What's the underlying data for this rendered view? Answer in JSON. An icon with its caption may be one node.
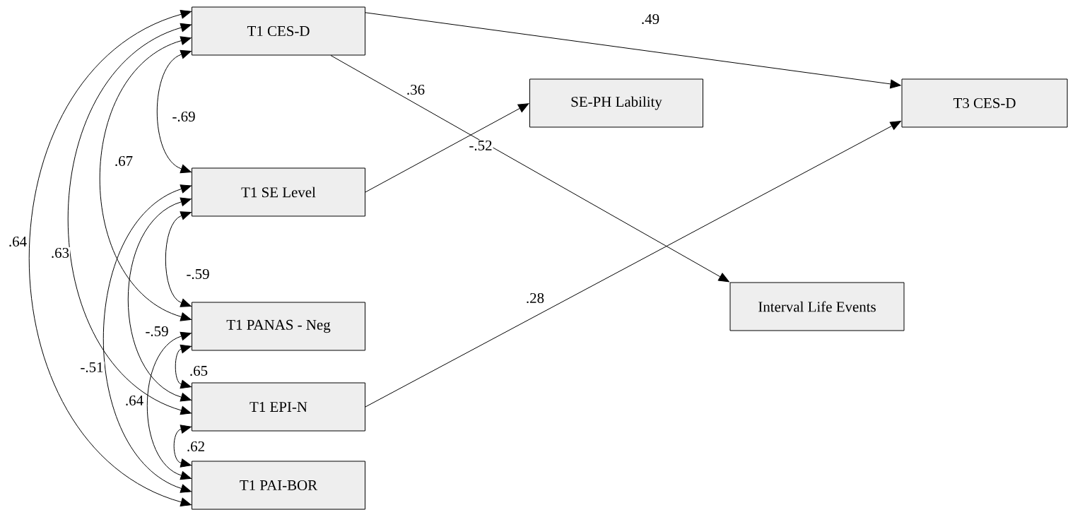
{
  "diagram": {
    "nodes": [
      {
        "text": [
          "T1 CES-D"
        ]
      },
      {
        "text": [
          "T1 SE Level"
        ]
      },
      {
        "text": [
          "T1 PANAS - Neg"
        ]
      },
      {
        "text": [
          "T1 EPI-N"
        ]
      },
      {
        "text": [
          "T1 PAI-BOR"
        ]
      },
      {
        "text": [
          "SE-PH Lability"
        ]
      },
      {
        "text": [
          "T3 CES-D"
        ]
      },
      {
        "text": [
          "Interval Life Events"
        ]
      }
    ],
    "edges": [
      {
        "from": 0,
        "to": 6,
        "arrow": "to",
        "label": ".49"
      },
      {
        "from": 0,
        "to": 7,
        "arrow": "to",
        "label": ".36"
      },
      {
        "from": 1,
        "to": 5,
        "arrow": "to",
        "label": "-.52"
      },
      {
        "from": 3,
        "to": 6,
        "arrow": "to",
        "label": ".28"
      },
      {
        "from": 0,
        "to": 1,
        "arrow": "both",
        "label": "-.69"
      },
      {
        "from": 0,
        "to": 2,
        "arrow": "both",
        "label": ".67"
      },
      {
        "from": 0,
        "to": 3,
        "arrow": "both",
        "label": ".63"
      },
      {
        "from": 0,
        "to": 4,
        "arrow": "both",
        "label": ".64"
      },
      {
        "from": 1,
        "to": 2,
        "arrow": "both",
        "label": "-.59"
      },
      {
        "from": 1,
        "to": 3,
        "arrow": "both",
        "label": "-.59"
      },
      {
        "from": 1,
        "to": 4,
        "arrow": "both",
        "label": "-.51"
      },
      {
        "from": 2,
        "to": 3,
        "arrow": "both",
        "label": ".65"
      },
      {
        "from": 2,
        "to": 4,
        "arrow": "both",
        "label": ".64"
      },
      {
        "from": 3,
        "to": 4,
        "arrow": "both",
        "label": ".62"
      }
    ]
  }
}
